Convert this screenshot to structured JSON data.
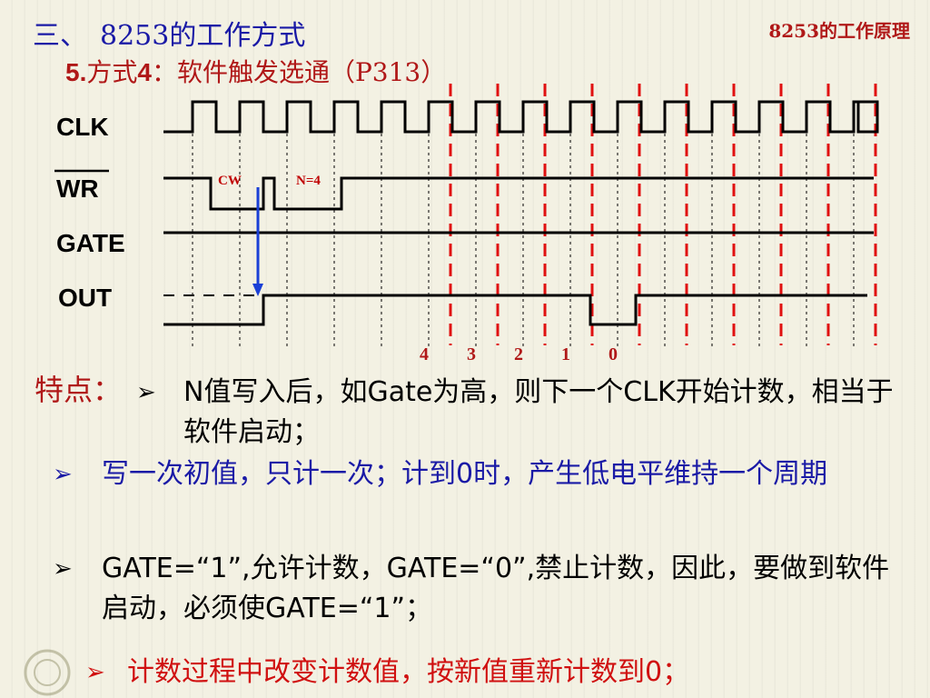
{
  "title": {
    "prefix": "三、",
    "text": "8253的工作方式"
  },
  "corner_text": "8253的工作原理",
  "subtitle": {
    "num": "5.",
    "text_a": "方式",
    "mode": "4",
    "text_b": "：软件触发选通（P313）"
  },
  "signals": {
    "clk": "CLK",
    "wr": "WR",
    "gate": "GATE",
    "out": "OUT"
  },
  "annotations": {
    "cw": "CW",
    "n": "N=4"
  },
  "count_labels": [
    "4",
    "3",
    "2",
    "1",
    "0"
  ],
  "features_label": "特点：",
  "bullets": [
    {
      "arrow": "➢",
      "text": "N值写入后，如Gate为高，则下一个CLK开始计数，相当于软件启动；"
    },
    {
      "arrow": "➢",
      "text": "写一次初值，只计一次；计到0时，产生低电平维持一个周期"
    },
    {
      "arrow": "➢",
      "text": "GATE=“1”,允许计数，GATE=“0”,禁止计数，因此，要做到软件启动，必须使GATE=“1”；"
    },
    {
      "arrow": "➢",
      "text": "计数过程中改变计数值，按新值重新计数到0；"
    }
  ],
  "colors": {
    "title": "#1a1aa6",
    "accent_red": "#b01818",
    "dashed_red": "#e01010",
    "arrow_blue": "#1a3fd6"
  }
}
